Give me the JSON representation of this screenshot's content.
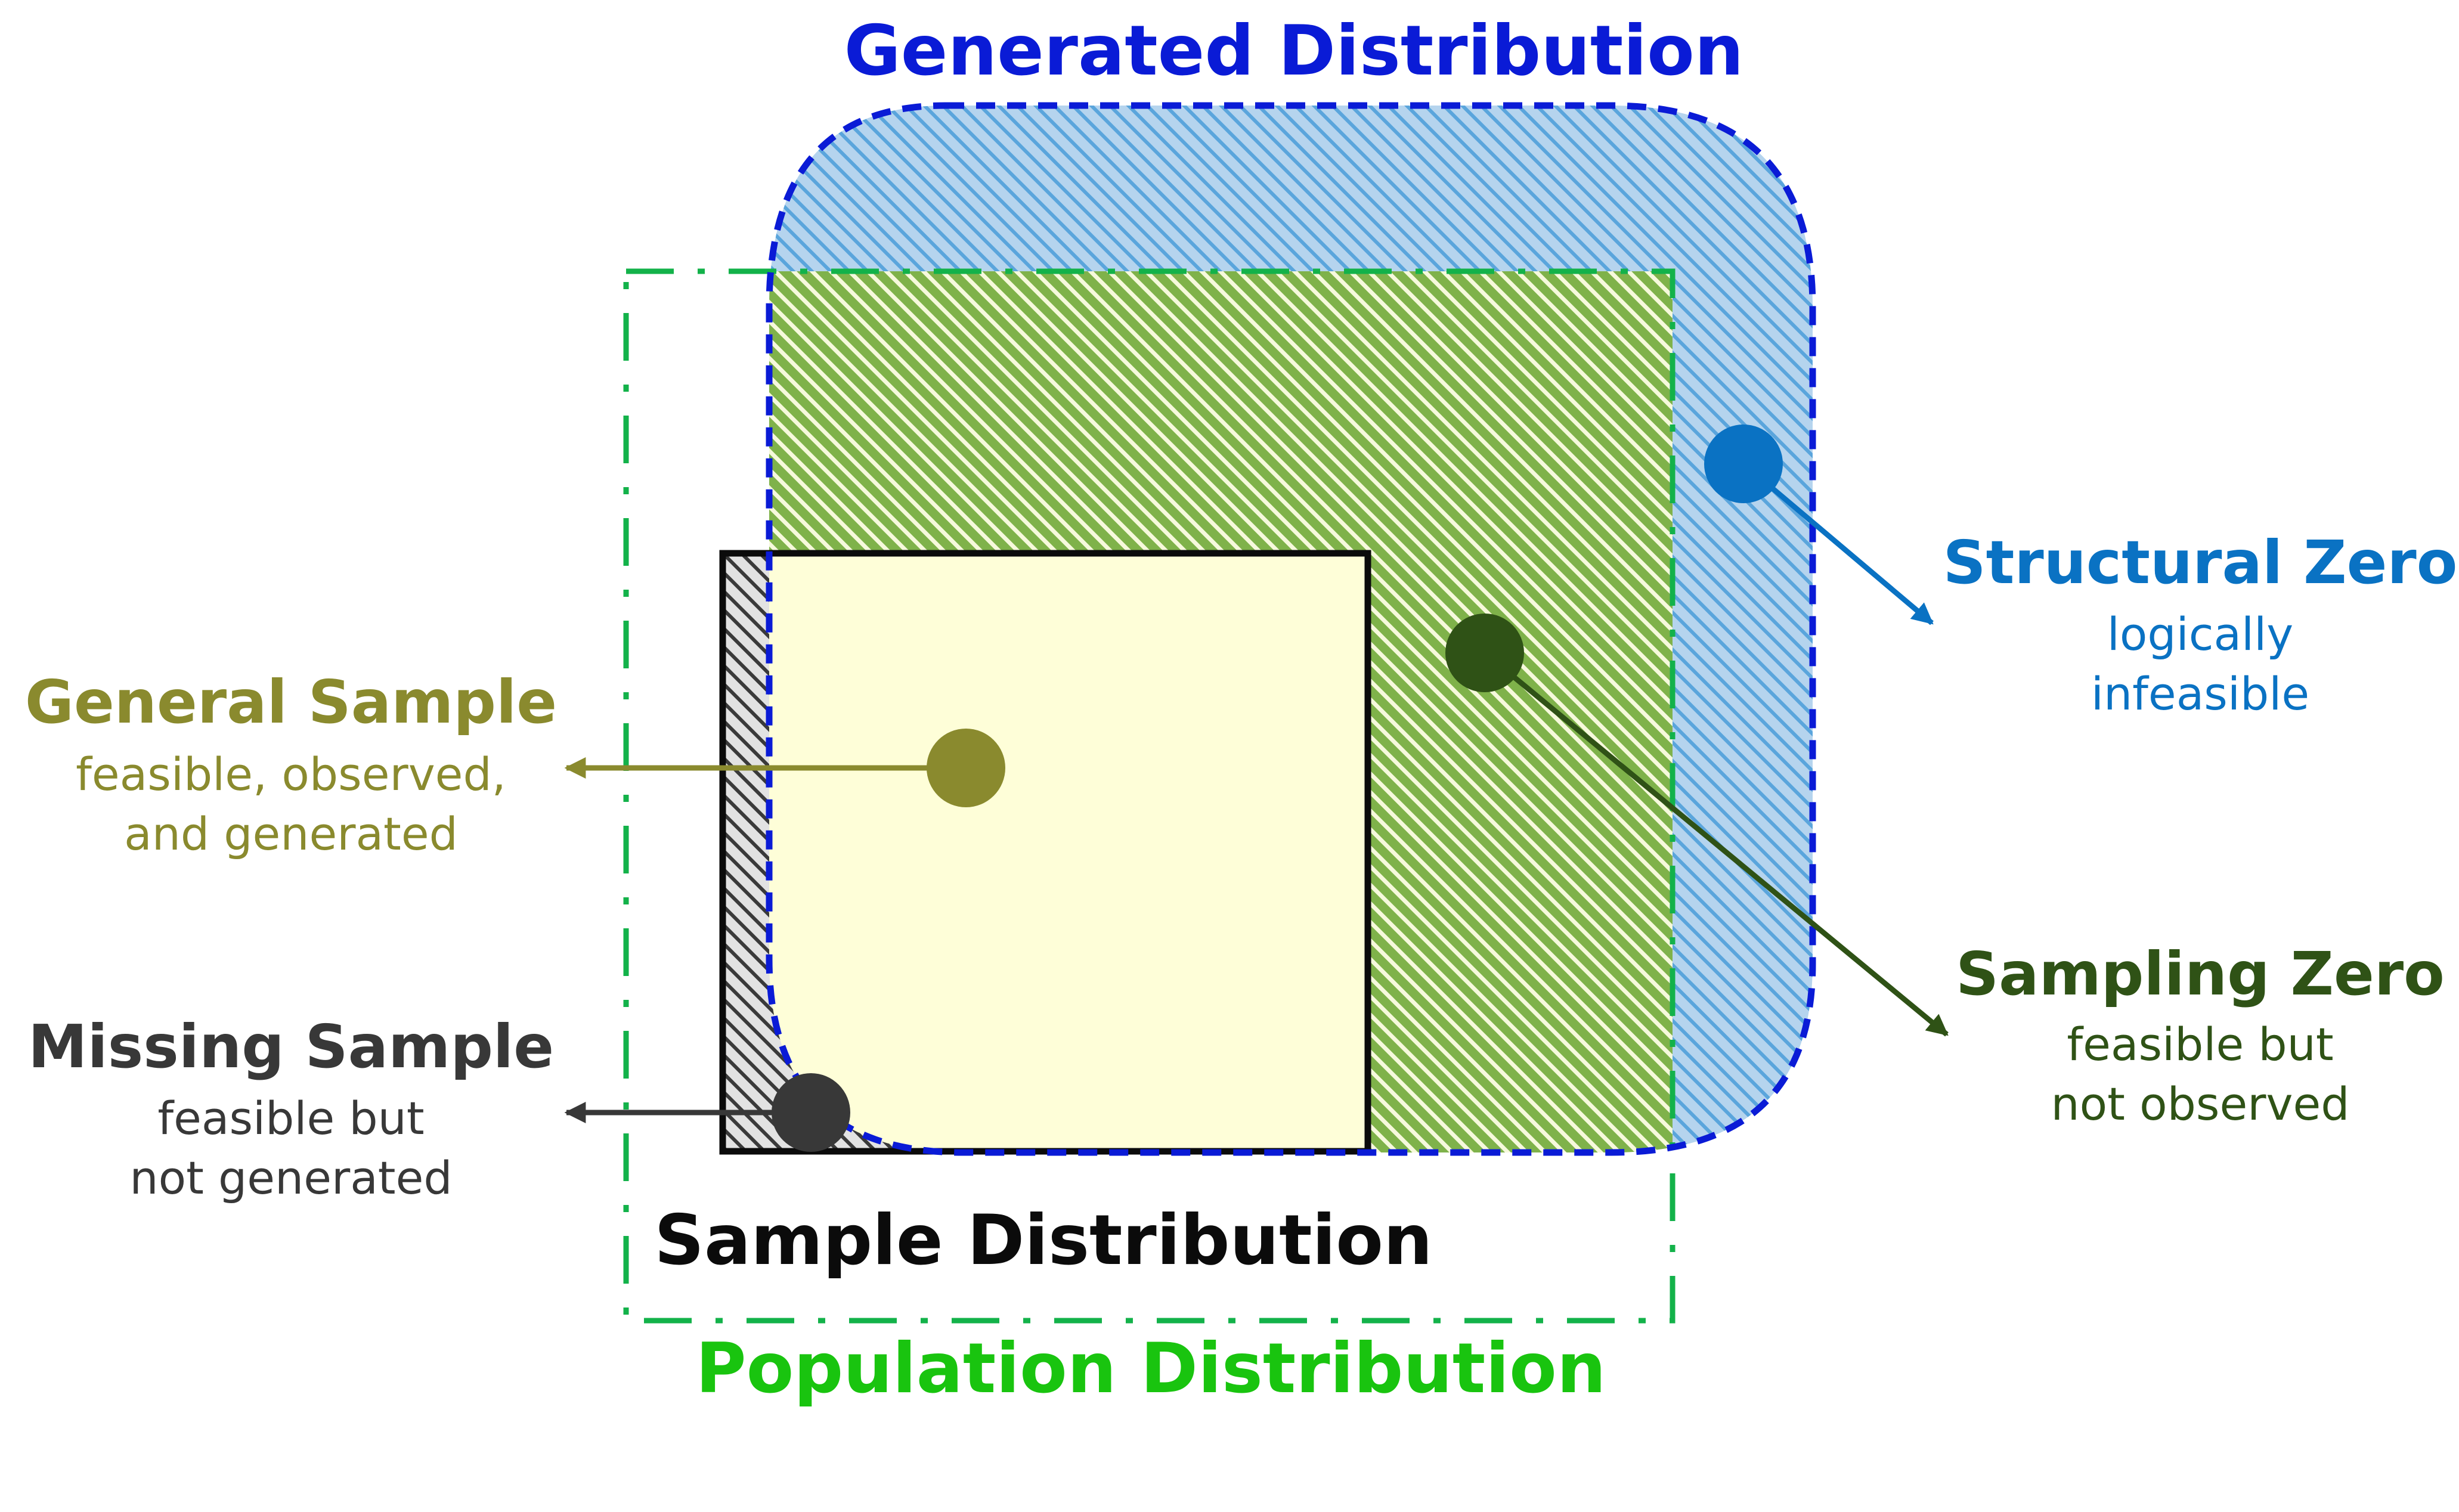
{
  "colors": {
    "generated": "#0a1bd6",
    "generated_fill": "#b5d4ee",
    "generated_hatch": "#5aa5dc",
    "population": "#13b24a",
    "population_fill": "#7fb24a",
    "population_hatch": "#f6f9dc",
    "sample": "#0b0b0b",
    "sample_fill": "#fefed8",
    "missing_fill": "#cfcfcf",
    "missing_hatch": "#3a3a3a",
    "general": "#8a8a2e",
    "missing": "#383838",
    "structural": "#0a72c3",
    "sampling": "#2f5216",
    "population_label": "#19c40f"
  },
  "regions": {
    "generated": {
      "label": "Generated Distribution"
    },
    "population": {
      "label": "Population Distribution"
    },
    "sample": {
      "label": "Sample Distribution"
    }
  },
  "callouts": {
    "general_sample": {
      "title": "General Sample",
      "line1": "feasible, observed,",
      "line2": "and generated"
    },
    "missing_sample": {
      "title": "Missing Sample",
      "line1": "feasible but",
      "line2": "not generated"
    },
    "structural_zero": {
      "title": "Structural Zero",
      "line1": "logically",
      "line2": "infeasible"
    },
    "sampling_zero": {
      "title": "Sampling Zero",
      "line1": "feasible but",
      "line2": "not observed"
    }
  },
  "icons": {
    "general_marker": "circle-marker",
    "missing_marker": "circle-marker",
    "structural_marker": "circle-marker",
    "sampling_marker": "circle-marker",
    "arrows": "arrow-icon"
  }
}
